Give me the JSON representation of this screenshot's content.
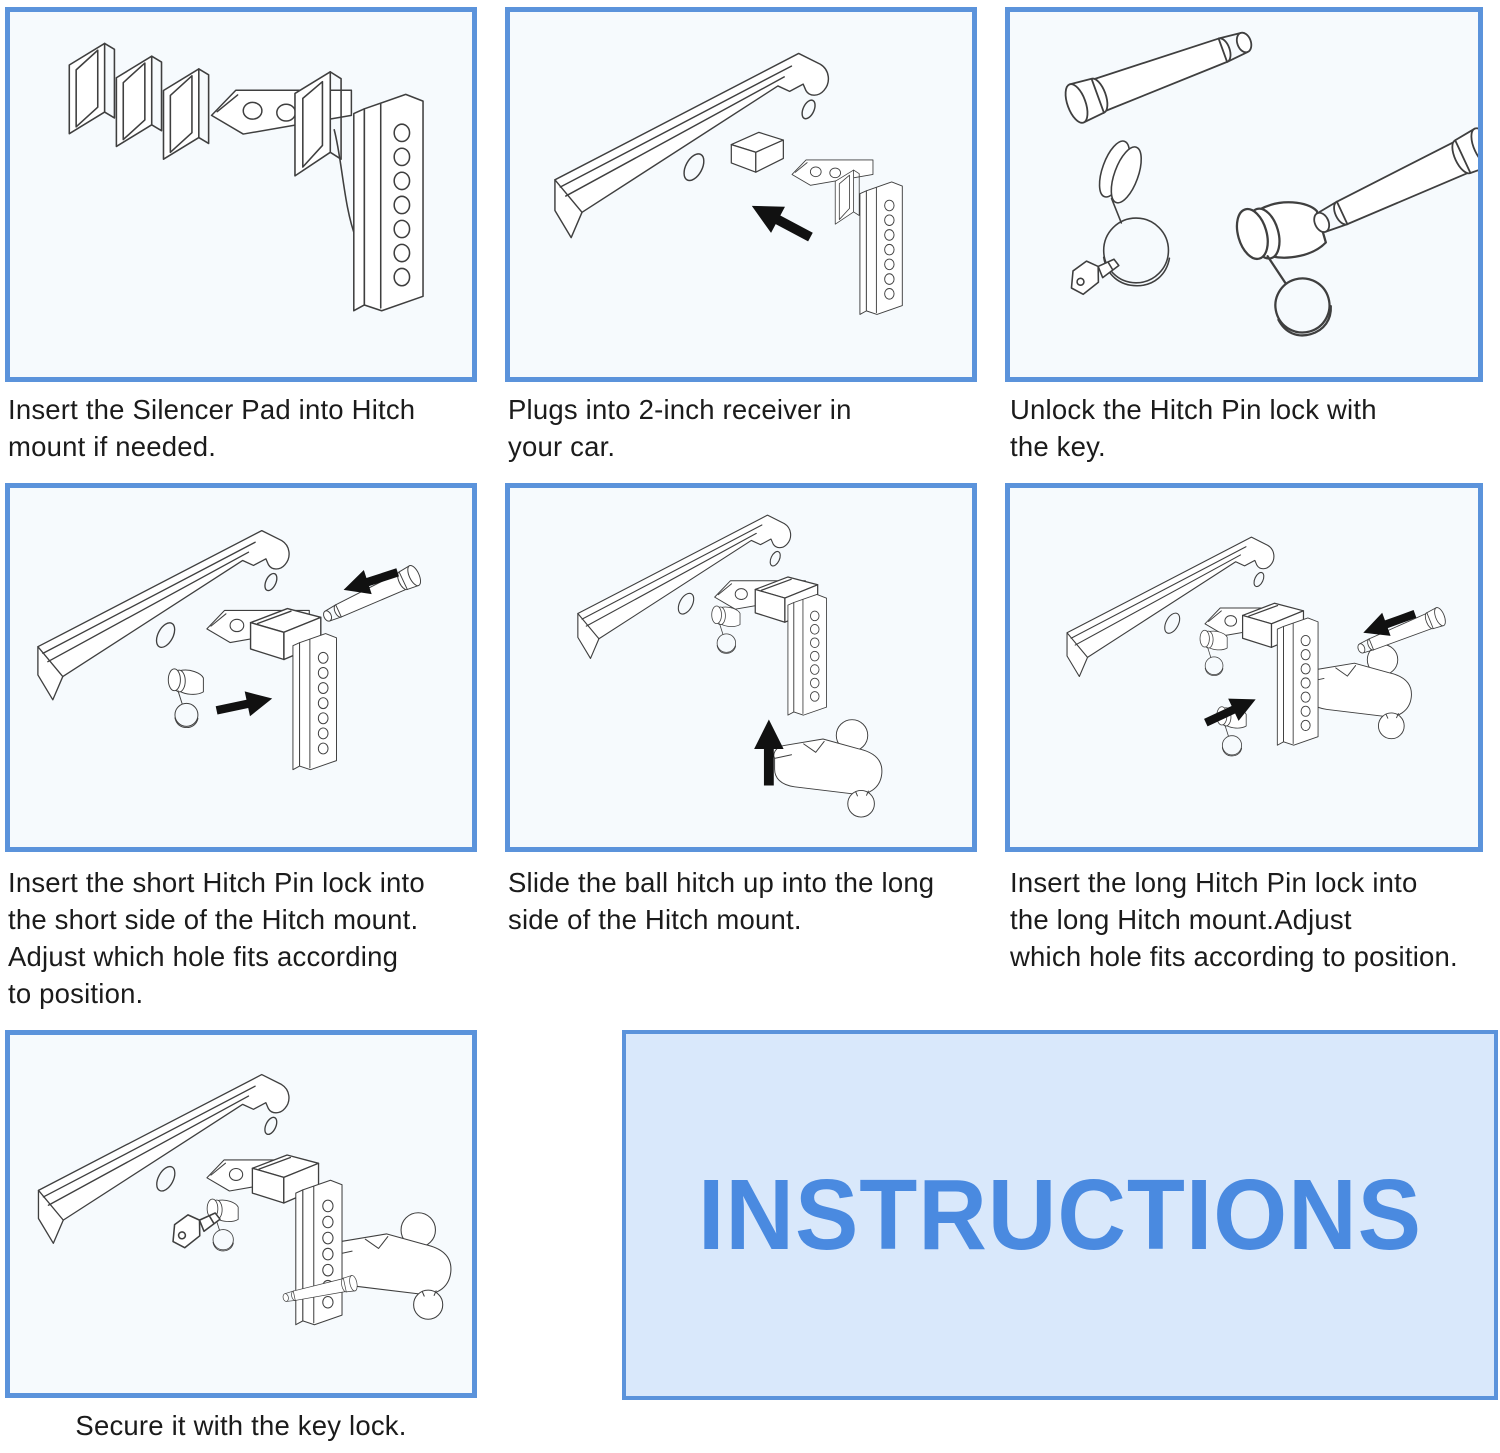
{
  "document": {
    "type": "product-instruction-sheet",
    "subject": "Adjustable trailer hitch mount installation"
  },
  "colors": {
    "panel_border": "#5b93db",
    "panel_background": "#f6fafd",
    "instructions_background": "#d9e8fb",
    "instructions_text": "#4a8ae0",
    "caption_text": "#1b1b1b",
    "line_art": "#3f3f3f",
    "arrow": "#111111",
    "page_background": "#ffffff"
  },
  "steps": [
    {
      "id": 1,
      "caption": "Insert the Silencer Pad into Hitch\nmount if needed.",
      "illustration": "three-silencer-pads-with-hitch-mount"
    },
    {
      "id": 2,
      "caption": "Plugs into 2-inch receiver in\nyour car.",
      "illustration": "hitch-mount-plugging-into-receiver-bar"
    },
    {
      "id": 3,
      "caption": "Unlock the Hitch Pin lock with\nthe key.",
      "illustration": "two-hitch-pin-locks-cap-and-key"
    },
    {
      "id": 4,
      "caption": "Insert the short Hitch Pin lock into\nthe short side of the Hitch mount.\nAdjust which hole fits according\nto position.",
      "illustration": "short-hitch-pin-lock-into-short-side"
    },
    {
      "id": 5,
      "caption": "Slide the ball hitch up into the long\nside of the Hitch mount.",
      "illustration": "ball-hitch-sliding-up-into-long-side"
    },
    {
      "id": 6,
      "caption": "Insert the long Hitch Pin lock into\nthe long Hitch mount.Adjust\nwhich hole fits according to position.",
      "illustration": "long-hitch-pin-lock-into-long-mount"
    },
    {
      "id": 7,
      "caption": "Secure it with the key lock.",
      "illustration": "assembly-secured-with-key-lock"
    }
  ],
  "instructions_panel": {
    "title": "INSTRUCTIONS"
  }
}
